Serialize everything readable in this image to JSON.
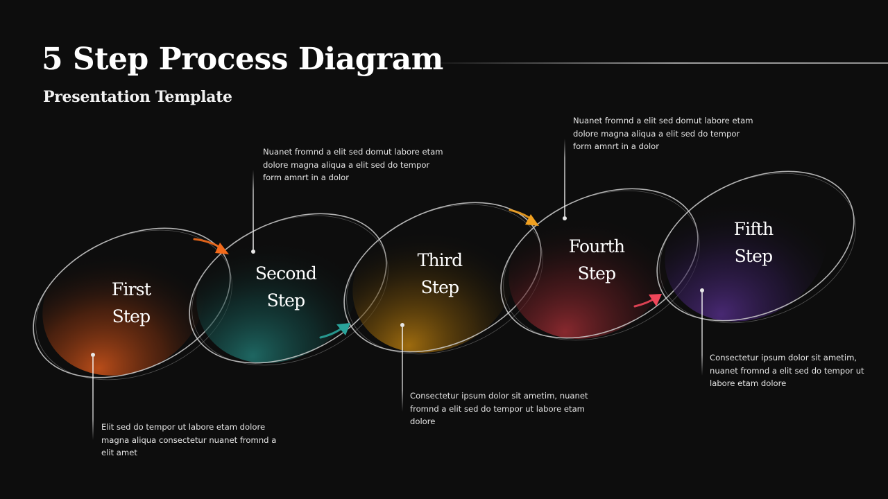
{
  "header": {
    "title": "5 Step Process Diagram",
    "subtitle": "Presentation Template"
  },
  "steps": [
    {
      "label_line1": "First",
      "label_line2": "Step",
      "color": "#c2501a",
      "description": [
        "Elit sed do tempor ut labore etam dolore",
        "magna aliqua consectetur nuanet fromnd a",
        "elit amet"
      ],
      "description_position": "below"
    },
    {
      "label_line1": "Second",
      "label_line2": "Step",
      "color": "#1f6b66",
      "arrow_in_color": "#f26a1b",
      "description": [
        "Nuanet fromnd a elit sed domut labore etam",
        "dolore magna aliqua a elit sed do tempor",
        "form amnrt in a dolor"
      ],
      "description_position": "above"
    },
    {
      "label_line1": "Third",
      "label_line2": "Step",
      "color": "#a5700f",
      "arrow_in_color": "#2aa39a",
      "description": [
        "Consectetur ipsum dolor sit ametim, nuanet",
        "fromnd a elit sed do tempor ut labore etam",
        "dolore"
      ],
      "description_position": "below"
    },
    {
      "label_line1": "Fourth",
      "label_line2": "Step",
      "color": "#8e2a30",
      "arrow_in_color": "#f0a020",
      "description": [
        "Nuanet fromnd a elit sed domut labore etam",
        "dolore magna aliqua a elit sed do tempor",
        "form amnrt in a dolor"
      ],
      "description_position": "above"
    },
    {
      "label_line1": "Fifth",
      "label_line2": "Step",
      "color": "#4b2a78",
      "arrow_in_color": "#f0475a",
      "description": [
        "Consectetur ipsum dolor sit ametim,",
        "nuanet fromnd a elit sed do tempor ut",
        "labore etam dolore"
      ],
      "description_position": "below"
    }
  ],
  "colors": {
    "background": "#0d0d0d",
    "text": "#ffffff",
    "outline": "#d9d9d9"
  }
}
